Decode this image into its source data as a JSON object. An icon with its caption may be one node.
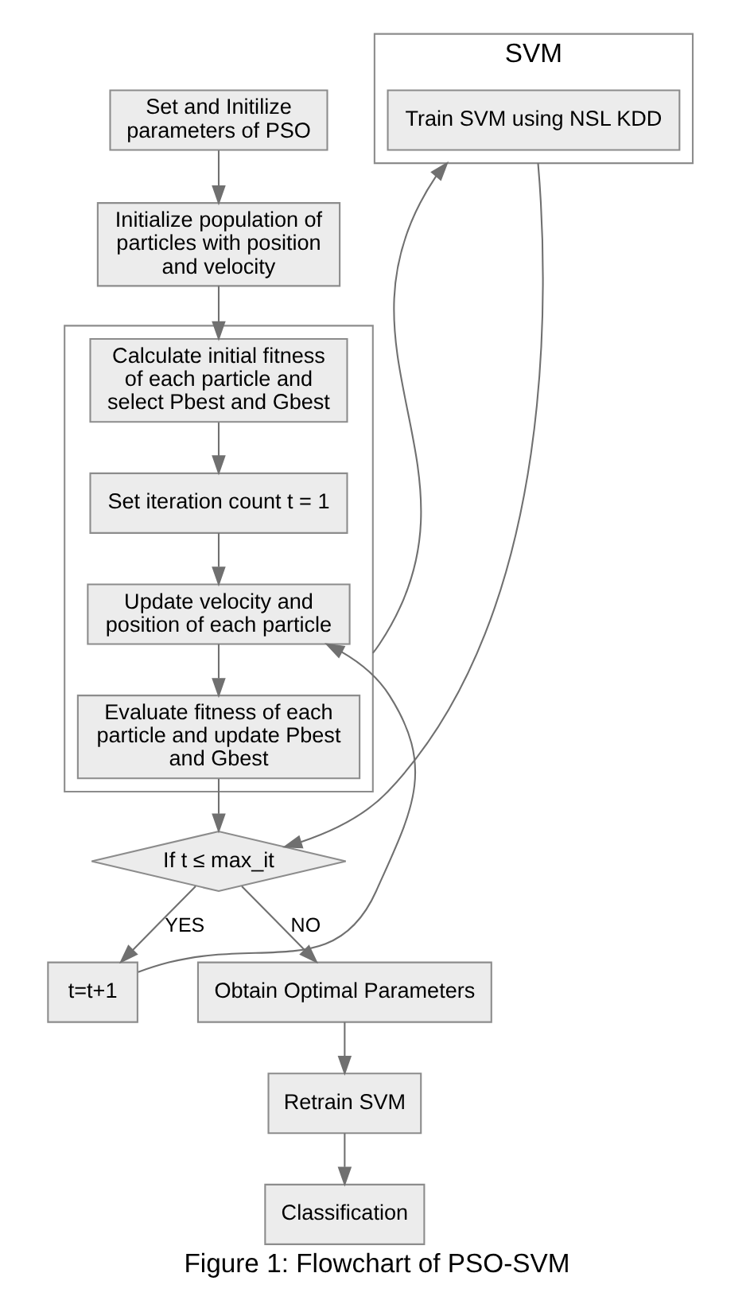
{
  "diagram": {
    "caption": "Figure 1: Flowchart of PSO-SVM",
    "nodes": [
      {
        "text": [
          "Set and Initilize parameters of PSO"
        ]
      },
      {
        "text": [
          "Initialize population of particles with position and velocity"
        ]
      },
      {
        "text": [],
        "shape": "box"
      },
      {
        "text": [
          "Calculate initial fitness of each particle and select Pbest and Gbest"
        ],
        "in": 2
      },
      {
        "text": [
          "Set iteration count t = 1"
        ],
        "in": 2
      },
      {
        "text": [
          "Update velocity and position of each particle"
        ],
        "in": 2
      },
      {
        "text": [
          "Evaluate fitness of each particle and update Pbest and Gbest"
        ],
        "in": 2
      },
      {
        "text": [
          "SVM"
        ]
      },
      {
        "text": [
          "Train SVM using NSL KDD"
        ],
        "in": 7
      },
      {
        "text": [
          "If t ≤ max_it"
        ]
      },
      {
        "text": [
          "t=t+1"
        ]
      },
      {
        "text": [
          "Obtain Optimal Parameters"
        ]
      },
      {
        "text": [
          "Retrain SVM"
        ]
      },
      {
        "text": [
          "Classification"
        ]
      }
    ],
    "edges": [
      {
        "from": 0,
        "to": 1,
        "arrow": "to"
      },
      {
        "from": 1,
        "to": 3,
        "arrow": "to"
      },
      {
        "from": 3,
        "to": 4,
        "arrow": "to"
      },
      {
        "from": 4,
        "to": 5,
        "arrow": "to"
      },
      {
        "from": 5,
        "to": 6,
        "arrow": "to"
      },
      {
        "from": 6,
        "to": 9,
        "arrow": "to"
      },
      {
        "from": 2,
        "to": 7,
        "arrow": "to"
      },
      {
        "from": 7,
        "to": 9,
        "arrow": "to"
      },
      {
        "from": 9,
        "to": 10,
        "arrow": "to",
        "label": "YES"
      },
      {
        "from": 10,
        "to": 5,
        "arrow": "to"
      },
      {
        "from": 9,
        "to": 11,
        "arrow": "to",
        "label": "NO"
      },
      {
        "from": 11,
        "to": 12,
        "arrow": "to"
      },
      {
        "from": 12,
        "to": 13,
        "arrow": "to"
      }
    ]
  }
}
